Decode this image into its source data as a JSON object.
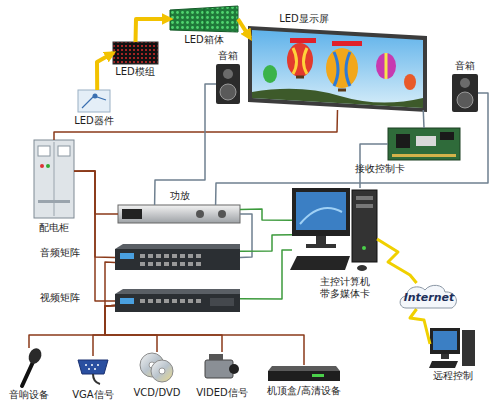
{
  "diagram": {
    "nodes": [
      {
        "text": [
          "LED器件"
        ]
      },
      {
        "text": [
          "LED模组"
        ]
      },
      {
        "text": [
          "LED箱体"
        ]
      },
      {
        "text": [
          "LED显示屏"
        ]
      },
      {
        "text": [
          "音箱"
        ]
      },
      {
        "text": [
          "音箱"
        ]
      },
      {
        "text": [
          "接收控制卡"
        ]
      },
      {
        "text": [
          "配电柜"
        ]
      },
      {
        "text": [
          "功放"
        ]
      },
      {
        "text": [
          "音频矩阵"
        ]
      },
      {
        "text": [
          "视频矩阵"
        ]
      },
      {
        "text": [
          "主控计算机 带多媒体卡"
        ]
      },
      {
        "text": [
          "Internet"
        ]
      },
      {
        "text": [
          "远程控制"
        ]
      },
      {
        "text": [
          "音响设备"
        ]
      },
      {
        "text": [
          "VGA信号"
        ]
      },
      {
        "text": [
          "VCD/DVD"
        ]
      },
      {
        "text": [
          "VIDED信号"
        ]
      },
      {
        "text": [
          "机顶盒/高清设备"
        ]
      }
    ],
    "edges": [
      {
        "from": 0,
        "to": 1,
        "arrow": "to"
      },
      {
        "from": 1,
        "to": 2,
        "arrow": "to"
      },
      {
        "from": 2,
        "to": 3,
        "arrow": "to"
      },
      {
        "from": 7,
        "to": 3,
        "arrow": "none"
      },
      {
        "from": 7,
        "to": 8,
        "arrow": "none"
      },
      {
        "from": 7,
        "to": 9,
        "arrow": "none"
      },
      {
        "from": 7,
        "to": 10,
        "arrow": "none"
      },
      {
        "from": 14,
        "to": 9,
        "arrow": "none"
      },
      {
        "from": 15,
        "to": 10,
        "arrow": "none"
      },
      {
        "from": 16,
        "to": 10,
        "arrow": "none"
      },
      {
        "from": 17,
        "to": 10,
        "arrow": "none"
      },
      {
        "from": 18,
        "to": 10,
        "arrow": "none"
      },
      {
        "from": 9,
        "to": 8,
        "arrow": "none"
      },
      {
        "from": 8,
        "to": 4,
        "arrow": "none"
      },
      {
        "from": 8,
        "to": 5,
        "arrow": "none"
      },
      {
        "from": 8,
        "to": 11,
        "arrow": "none"
      },
      {
        "from": 9,
        "to": 11,
        "arrow": "none"
      },
      {
        "from": 10,
        "to": 11,
        "arrow": "none"
      },
      {
        "from": 11,
        "to": 6,
        "arrow": "none"
      },
      {
        "from": 6,
        "to": 3,
        "arrow": "none"
      },
      {
        "from": 11,
        "to": 12,
        "arrow": "none"
      },
      {
        "from": 12,
        "to": 13,
        "arrow": "none"
      }
    ]
  }
}
